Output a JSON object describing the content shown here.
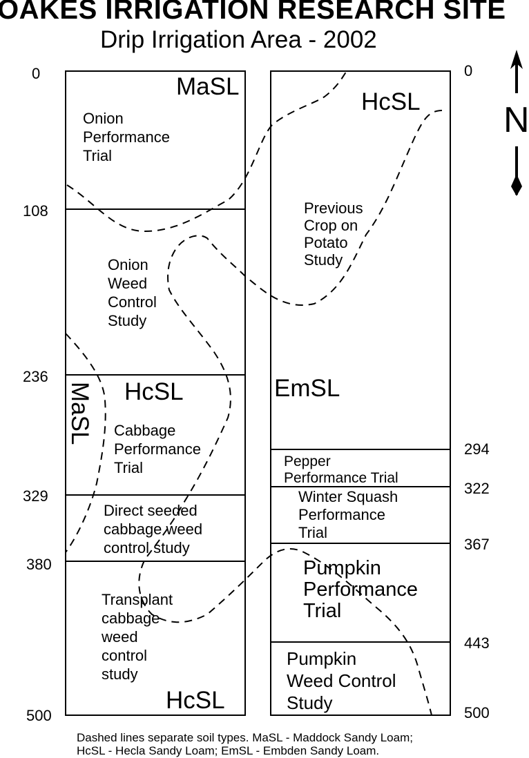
{
  "title": "OAKES IRRIGATION RESEARCH SITE",
  "subtitle": "Drip Irrigation Area - 2002",
  "north_label": "N",
  "left_scale": [
    "0",
    "108",
    "236",
    "329",
    "380",
    "500"
  ],
  "right_scale": [
    "0",
    "294",
    "322",
    "367",
    "443",
    "500"
  ],
  "left_column": {
    "plots": [
      {
        "lines": [
          "Onion",
          "Performance",
          "Trial"
        ]
      },
      {
        "lines": [
          "Onion",
          "Weed",
          "Control",
          "Study"
        ]
      },
      {
        "lines": [
          "Cabbage",
          "Performance",
          "Trial"
        ]
      },
      {
        "lines": [
          "Direct seeded",
          "cabbage weed",
          "control study"
        ]
      },
      {
        "lines": [
          "Transplant",
          "cabbage",
          "weed",
          "control",
          "study"
        ]
      }
    ],
    "soils": {
      "top": "MaSL",
      "hcsl_mid": "HcSL",
      "masl_vertical": "MaSL",
      "bottom": "HcSL"
    }
  },
  "right_column": {
    "plots": [
      {
        "lines": [
          "Previous",
          "Crop on",
          "Potato",
          "Study"
        ]
      },
      {
        "lines": [
          "Pepper",
          "Performance Trial"
        ]
      },
      {
        "lines": [
          "Winter Squash",
          "Performance",
          "Trial"
        ]
      },
      {
        "lines": [
          "Pumpkin",
          "Performance",
          "Trial"
        ]
      },
      {
        "lines": [
          "Pumpkin",
          "Weed Control",
          "Study"
        ]
      }
    ],
    "soils": {
      "top": "HcSL",
      "mid": "EmSL"
    }
  },
  "footnote": {
    "line1": "Dashed lines separate soil types.  MaSL - Maddock Sandy Loam;",
    "line2": "HcSL - Hecla Sandy Loam; EmSL - Embden Sandy Loam."
  }
}
